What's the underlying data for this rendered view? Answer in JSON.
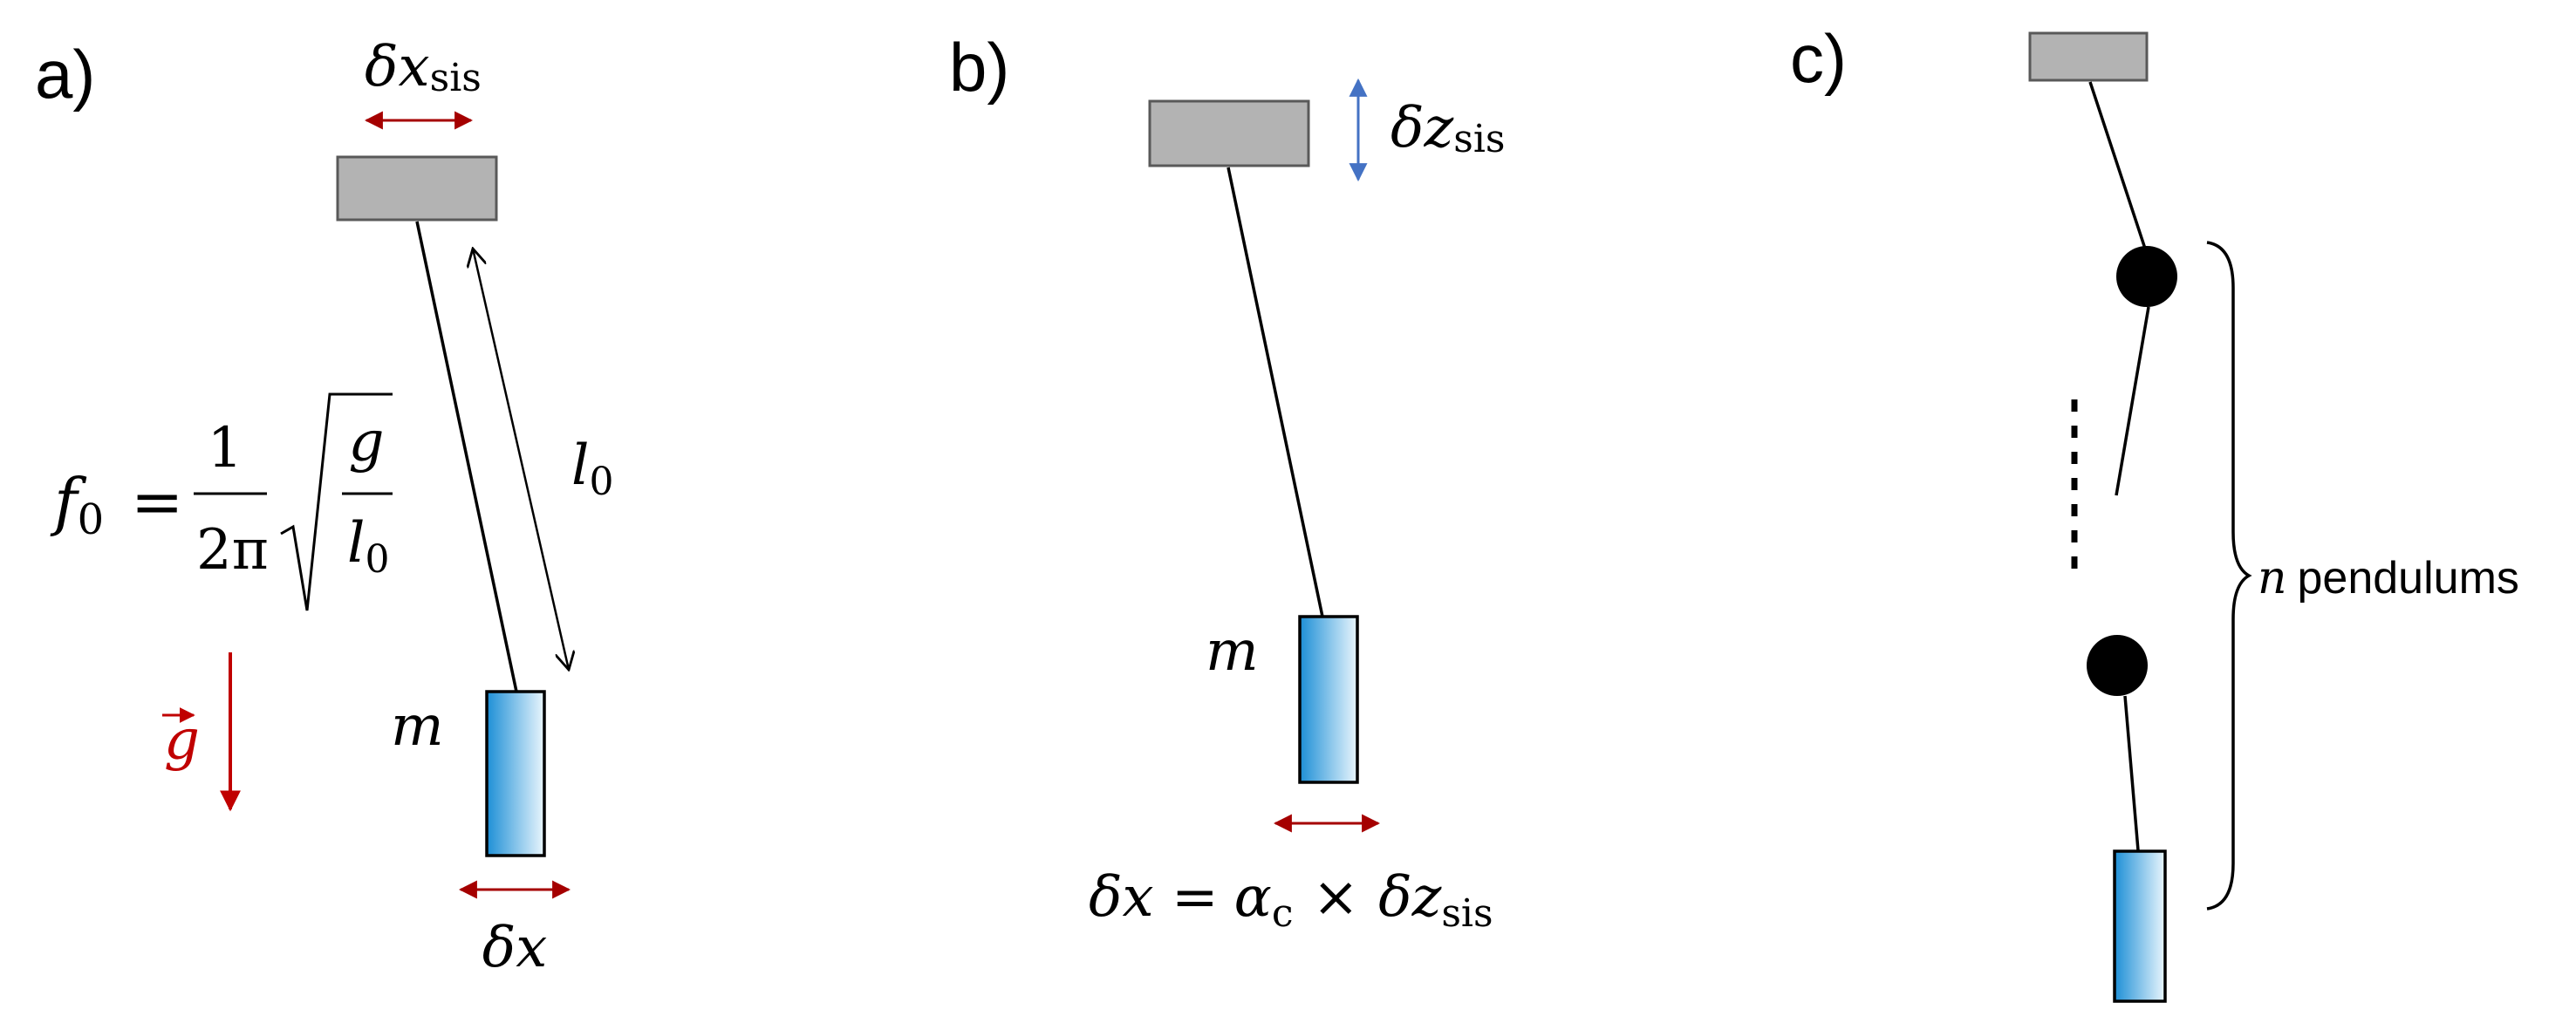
{
  "colors": {
    "support_fill": "#b3b3b3",
    "support_stroke": "#595959",
    "mass_gradient_start": "#1d8fd6",
    "mass_gradient_end": "#eaf6fd",
    "horizontal_arrow": "#a50000",
    "vertical_arrow": "#4472c4",
    "gravity": "#c00000",
    "line": "#000000"
  },
  "panel_a": {
    "label": "a)",
    "support_disp_var": "δx",
    "support_disp_sub": "sis",
    "length_var": "l",
    "length_sub": "0",
    "freq_lhs_var": "f",
    "freq_lhs_sub": "0",
    "freq_equals": "=",
    "freq_num": "1",
    "freq_den": "2π",
    "freq_root_num": "g",
    "freq_root_den_var": "l",
    "freq_root_den_sub": "0",
    "gravity_label": "g",
    "mass_label": "m",
    "mass_disp": "δx"
  },
  "panel_b": {
    "label": "b)",
    "support_disp_var": "δz",
    "support_disp_sub": "sis",
    "mass_label": "m",
    "eq_lhs": "δx =",
    "eq_alpha": "α",
    "eq_alpha_sub": "c",
    "eq_times": "×",
    "eq_rhs_var": "δz",
    "eq_rhs_sub": "sis"
  },
  "panel_c": {
    "label": "c)",
    "n_var": "n",
    "n_text": "pendulums"
  }
}
